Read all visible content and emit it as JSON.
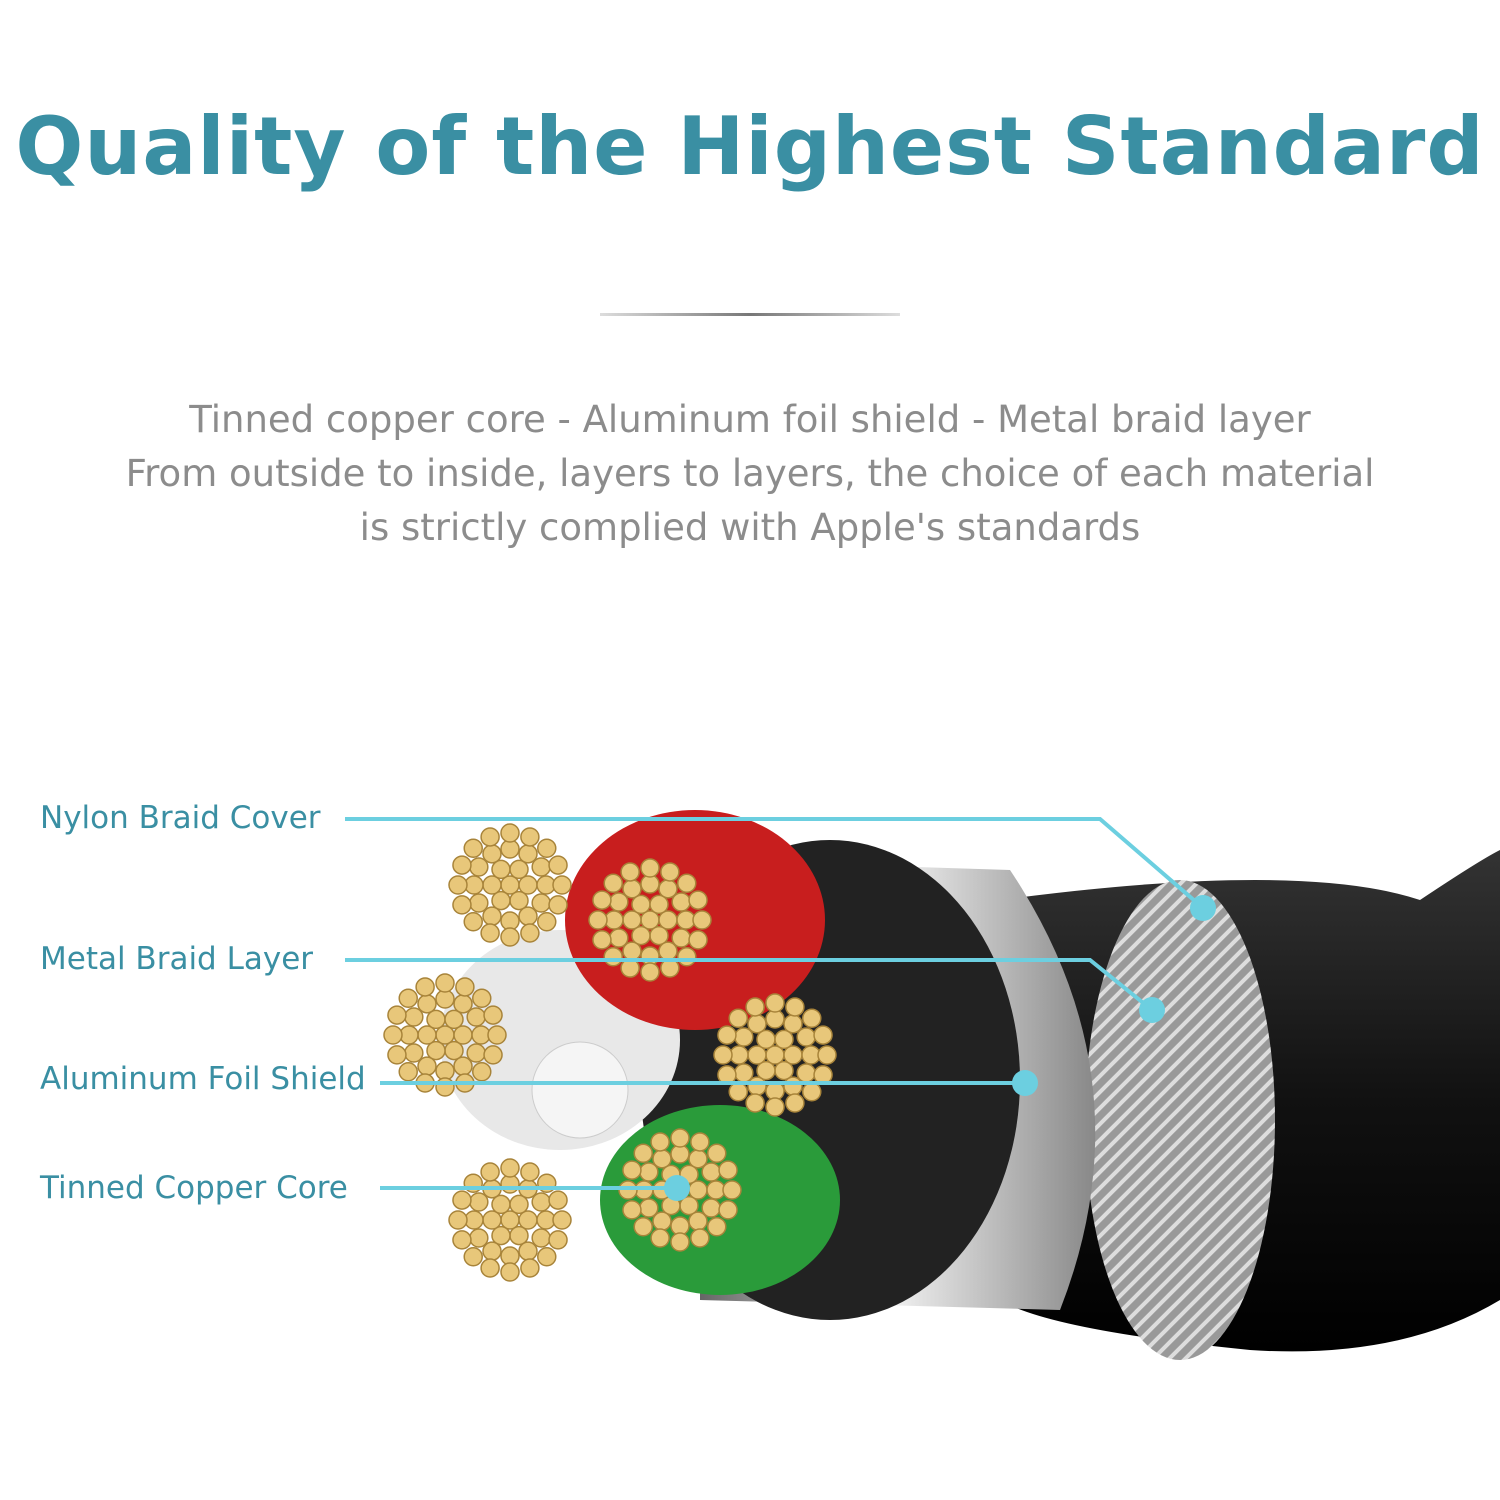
{
  "header": {
    "title": "Quality of the Highest Standard",
    "description_lines": [
      "Tinned copper core - Aluminum foil shield - Metal braid layer",
      "From outside to inside, layers to layers, the choice of each material",
      "is strictly complied with Apple's standards"
    ]
  },
  "callouts": [
    {
      "label": "Nylon Braid Cover"
    },
    {
      "label": "Metal Braid Layer"
    },
    {
      "label": "Aluminum Foil Shield"
    },
    {
      "label": "Tinned Copper Core"
    }
  ],
  "colors": {
    "accent": "#3a8fa3",
    "callout_line": "#6ccfe0",
    "text_gray": "#8c8c8c"
  }
}
